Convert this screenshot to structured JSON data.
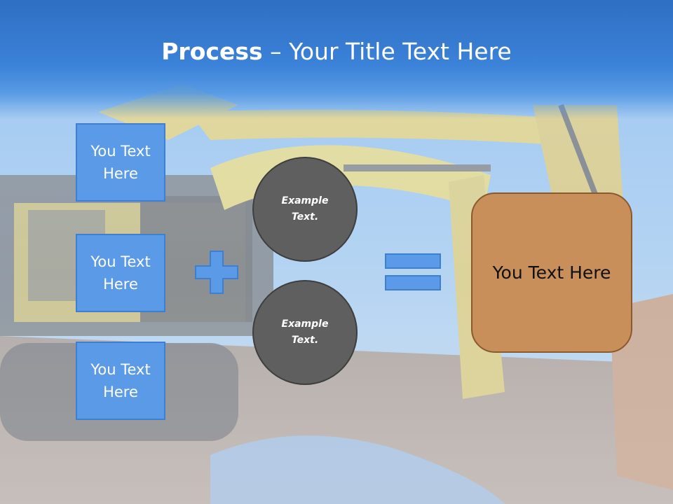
{
  "slide": {
    "title_bold": "Process",
    "title_dash": " – ",
    "title_rest": "Your Title Text Here"
  },
  "left_boxes": [
    {
      "text": "You Text Here"
    },
    {
      "text": "You Text Here"
    },
    {
      "text": "You Text Here"
    }
  ],
  "circles": [
    {
      "text": "Example Text."
    },
    {
      "text": "Example Text."
    }
  ],
  "result": {
    "text": "You Text Here"
  },
  "colors": {
    "header": "#3b82d9",
    "box_fill": "#5b9ae6",
    "circle_fill": "#5f5f5f",
    "result_fill": "#c98f5a",
    "operator_fill": "#5b9ae6"
  },
  "icons": {
    "operator_plus": "plus-icon",
    "operator_equals": "equals-icon"
  }
}
